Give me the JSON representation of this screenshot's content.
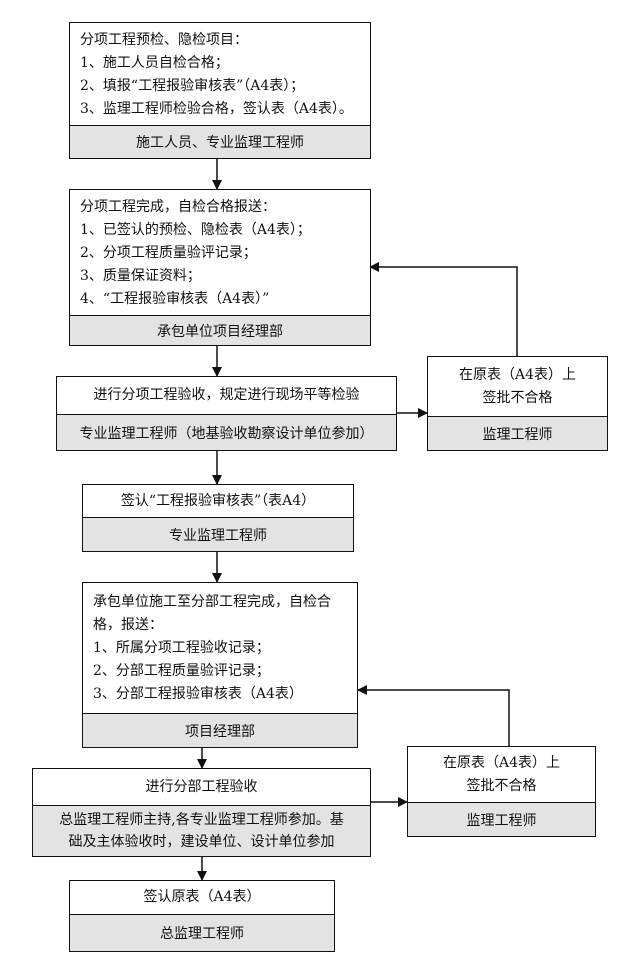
{
  "box1": {
    "lines": [
      "分项工程预检、隐检项目：",
      "1、施工人员自检合格；",
      "2、填报“工程报验审核表”（A4表）；",
      "3、监理工程师检验合格，签认表（A4表）。"
    ],
    "footer": "施工人员、专业监理工程师"
  },
  "box2": {
    "lines": [
      "分项工程完成，自检合格报送：",
      "1、已签认的预检、隐检表（A4表）；",
      "2、分项工程质量验评记录；",
      "3、质量保证资料；",
      "4、“工程报验审核表（A4表）”"
    ],
    "footer": "承包单位项目经理部"
  },
  "box3": {
    "lines": [
      "进行分项工程验收，规定进行现场平等检验"
    ],
    "footer": "专业监理工程师（地基验收勘察设计单位参加）"
  },
  "side1": {
    "lines": [
      "在原表（A4表）上",
      "签批不合格"
    ],
    "footer": "监理工程师"
  },
  "box4": {
    "lines": [
      "签认“工程报验审核表”（表A4）"
    ],
    "footer": "专业监理工程师"
  },
  "box5": {
    "lines": [
      "承包单位施工至分部工程完成，自检合",
      "格，报送：",
      "1、所属分项工程验收记录；",
      "2、分部工程质量验评记录；",
      "3、分部工程报验审核表（A4表）"
    ],
    "footer": "项目经理部"
  },
  "box6": {
    "lines": [
      "进行分部工程验收"
    ],
    "footer_lines": [
      "总监理工程师主持,各专业监理工程师参加。基",
      "础及主体验收时，建设单位、设计单位参加"
    ]
  },
  "side2": {
    "lines": [
      "在原表（A4表）上",
      "签批不合格"
    ],
    "footer": "监理工程师"
  },
  "box7": {
    "lines": [
      "签认原表（A4表）"
    ],
    "footer": "总监理工程师"
  }
}
